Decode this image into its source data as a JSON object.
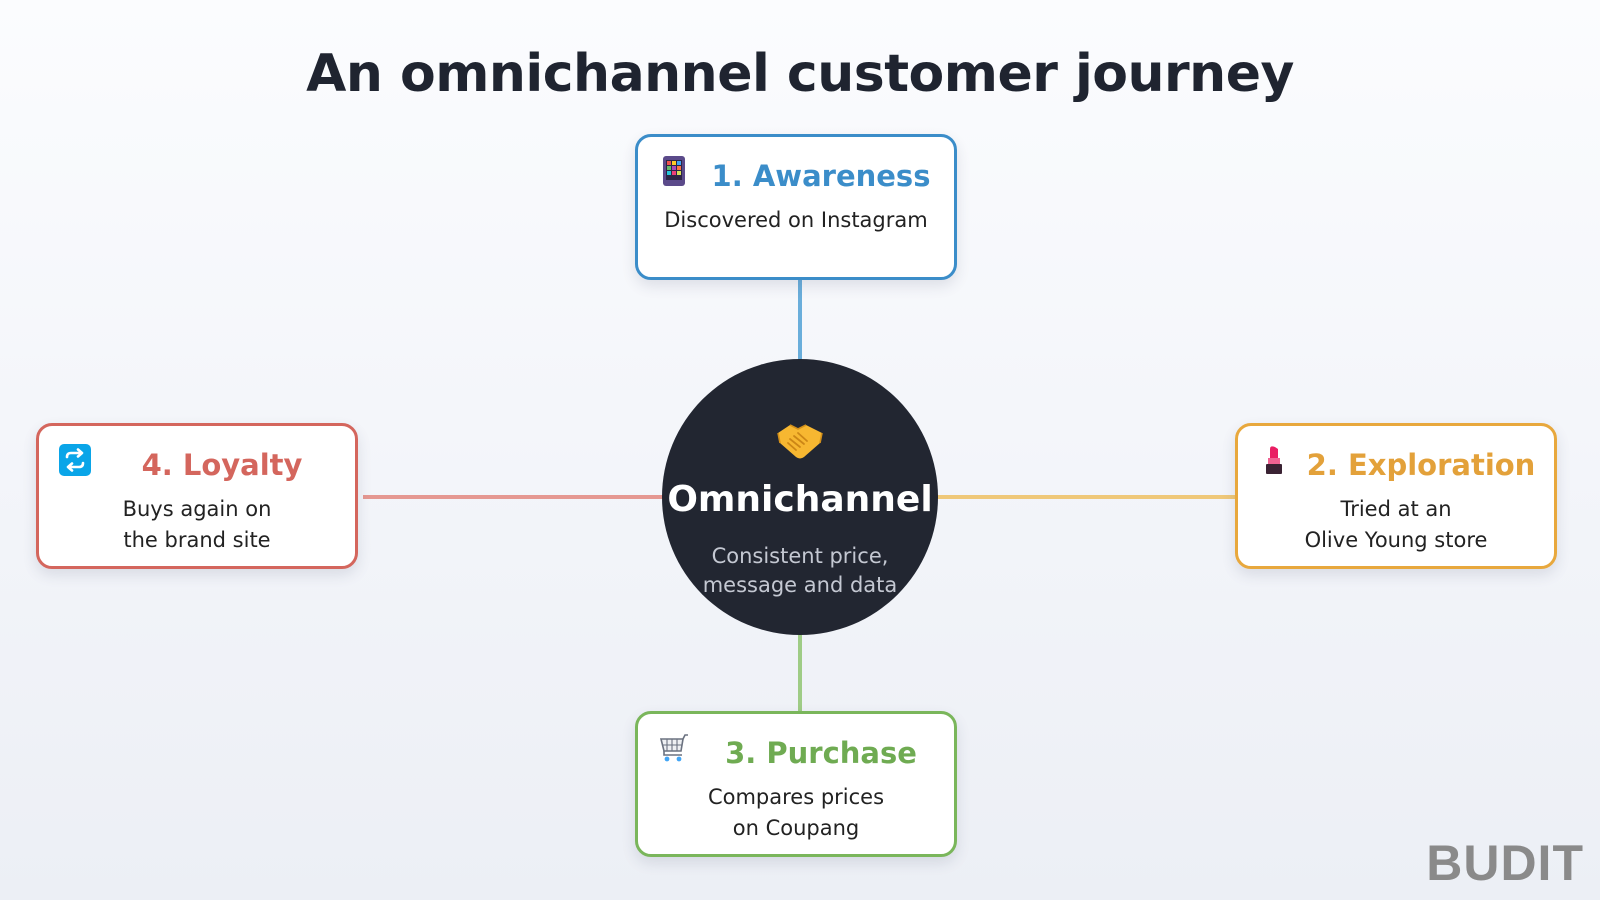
{
  "title": "An omnichannel customer journey",
  "hub": {
    "icon": "handshake-icon",
    "title": "Omnichannel",
    "subtitle": "Consistent price,\nmessage and data"
  },
  "steps": [
    {
      "title": "1. Awareness",
      "text": "Discovered on Instagram",
      "icon": "phone-apps-icon",
      "color": "#3b8dc9"
    },
    {
      "title": "2. Exploration",
      "text": "Tried at an\nOlive Young store",
      "icon": "lipstick-icon",
      "color": "#e8a83d"
    },
    {
      "title": "3. Purchase",
      "text": "Compares prices\non Coupang",
      "icon": "shopping-cart-icon",
      "color": "#7ab65b"
    },
    {
      "title": "4. Loyalty",
      "text": "Buys again on\nthe brand site",
      "icon": "repeat-icon",
      "color": "#d4665d"
    }
  ],
  "brand": "BUDIT"
}
